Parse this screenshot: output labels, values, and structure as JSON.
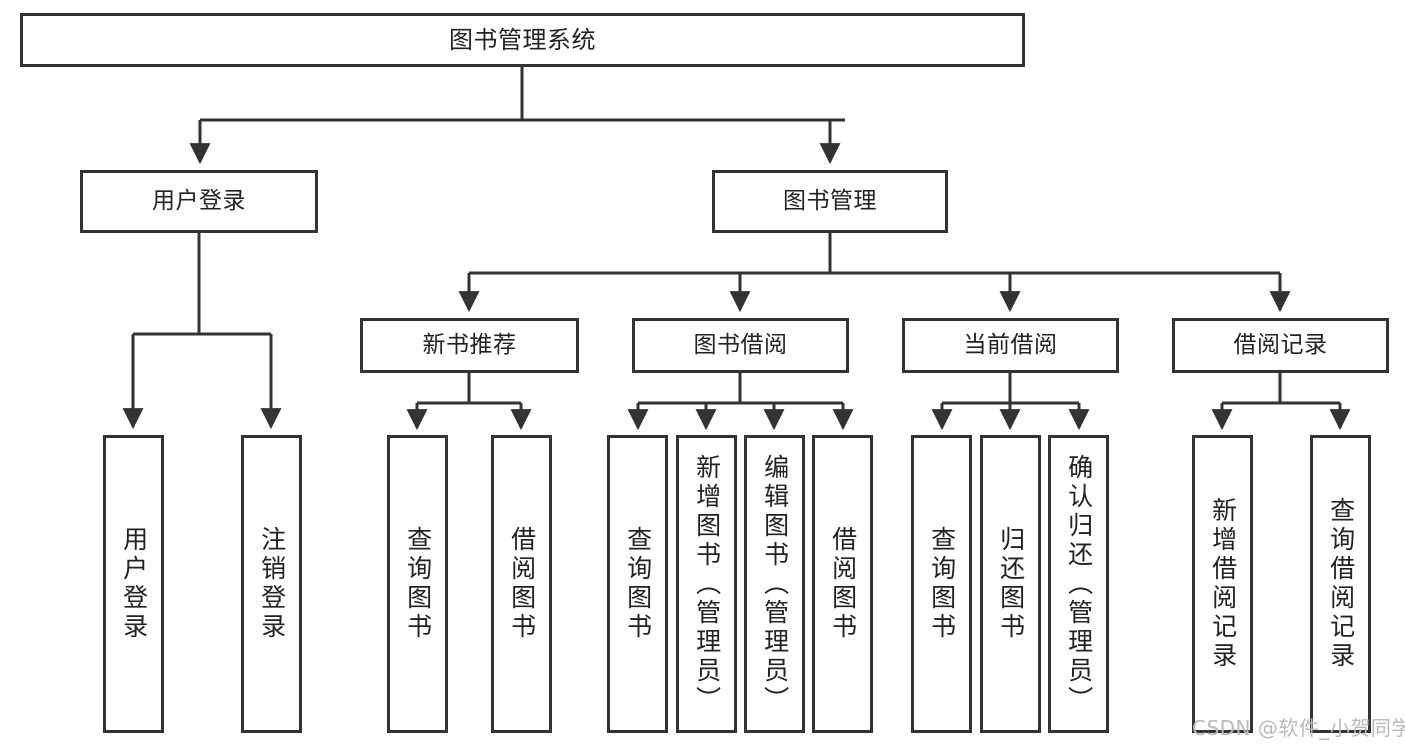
{
  "diagram": {
    "title": "图书管理系统",
    "type": "tree-functional-structure",
    "colors": {
      "box_border": "#333333",
      "box_fill": "#ffffff",
      "edge": "#333333",
      "text": "#222222",
      "watermark": "#b9b9b9",
      "background": "#ffffff"
    },
    "nodes": {
      "root": {
        "label": "图书管理系统"
      },
      "level2": [
        {
          "label": "用户登录"
        },
        {
          "label": "图书管理"
        }
      ],
      "level3": [
        {
          "label": "新书推荐"
        },
        {
          "label": "图书借阅"
        },
        {
          "label": "当前借阅"
        },
        {
          "label": "借阅记录"
        }
      ],
      "leaves_user_login": [
        {
          "label": "用户登录"
        },
        {
          "label": "注销登录"
        }
      ],
      "leaves_new_book": [
        {
          "label": "查询图书"
        },
        {
          "label": "借阅图书"
        }
      ],
      "leaves_borrow": [
        {
          "label": "查询图书"
        },
        {
          "label": "新增图书（管理员）"
        },
        {
          "label": "编辑图书（管理员）"
        },
        {
          "label": "借阅图书"
        }
      ],
      "leaves_current": [
        {
          "label": "查询图书"
        },
        {
          "label": "归还图书"
        },
        {
          "label": "确认归还（管理员）"
        }
      ],
      "leaves_records": [
        {
          "label": "新增借阅记录"
        },
        {
          "label": "查询借阅记录"
        }
      ]
    }
  },
  "watermark": {
    "text": "CSDN @软件_小贺同学"
  }
}
